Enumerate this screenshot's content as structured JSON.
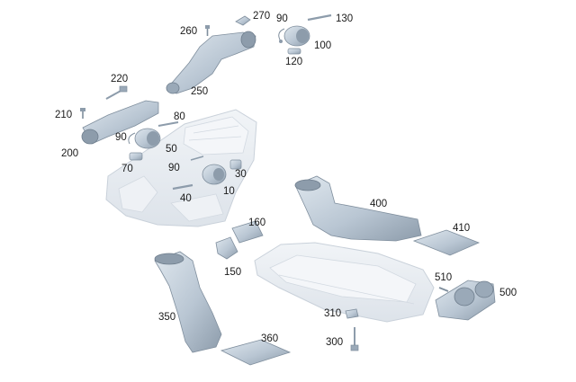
{
  "palette": {
    "part_fill": "#b9c6d3",
    "part_light": "#dfe7ee",
    "part_dark": "#8d9cab",
    "ghost_fill": "#e9edf2",
    "ghost_stroke": "#c9d1da",
    "leader": "#4d4d4d",
    "text": "#1a1a1a"
  },
  "callouts": {
    "n270": "270",
    "n260": "260",
    "n90a": "90",
    "n130": "130",
    "n100": "100",
    "n120": "120",
    "n220": "220",
    "n250": "250",
    "n210": "210",
    "n80": "80",
    "n90b": "90",
    "n200": "200",
    "n50": "50",
    "n90c": "90",
    "n70": "70",
    "n30": "30",
    "n40": "40",
    "n10": "10",
    "n400": "400",
    "n410": "410",
    "n160": "160",
    "n150": "150",
    "n510": "510",
    "n500": "500",
    "n350": "350",
    "n310": "310",
    "n300": "300",
    "n360": "360"
  }
}
